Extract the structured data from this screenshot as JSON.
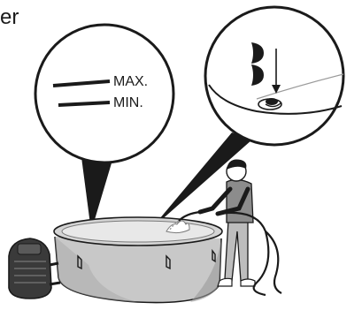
{
  "header": {
    "partial_text": "er"
  },
  "level_callout": {
    "max_label": "MAX.",
    "min_label": "MIN."
  },
  "icons": {
    "pump": "pump-unit-icon",
    "tub": "hot-tub-icon",
    "person": "person-filling-icon",
    "hose": "garden-hose-icon",
    "drain": "drain-valve-icon",
    "arrow": "down-arrow-icon"
  },
  "colors": {
    "ink": "#1a1a1a",
    "tub_wall": "#c8c8c8",
    "tub_shadow": "#9a9a9a",
    "water": "#e8e8e8",
    "pump_body": "#3a3a3a"
  }
}
